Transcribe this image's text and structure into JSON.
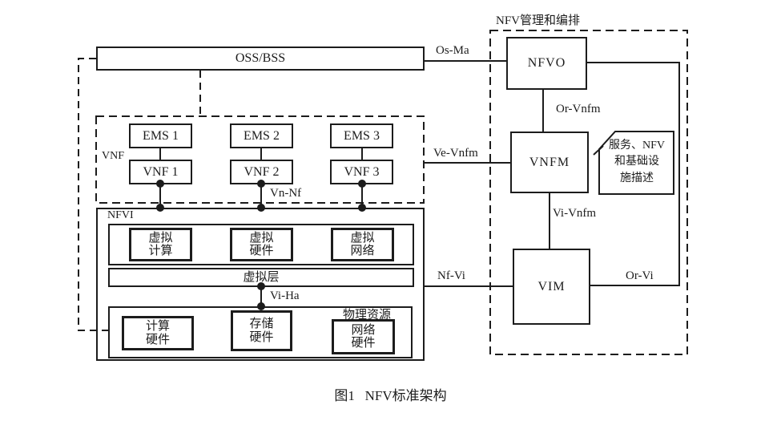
{
  "figure": {
    "caption": "图1   NFV标准架构"
  },
  "colors": {
    "line": "#1c1c1c",
    "background": "#ffffff"
  },
  "oss_bss": {
    "label": "OSS/BSS"
  },
  "vnf_section": {
    "label": "VNF",
    "ems": [
      {
        "label": "EMS 1"
      },
      {
        "label": "EMS 2"
      },
      {
        "label": "EMS 3"
      }
    ],
    "vnfs": [
      {
        "label": "VNF 1"
      },
      {
        "label": "VNF 2"
      },
      {
        "label": "VNF 3"
      }
    ]
  },
  "nfvi_section": {
    "label": "NFVI",
    "virtual_resources": [
      {
        "label": "虚拟\n计算"
      },
      {
        "label": "虚拟\n硬件"
      },
      {
        "label": "虚拟\n网络"
      }
    ],
    "virtualization_layer": {
      "label": "虚拟层"
    },
    "physical_resources": {
      "label": "物理资源",
      "items": [
        {
          "label": "计算\n硬件"
        },
        {
          "label": "存储\n硬件"
        },
        {
          "label": "网络\n硬件"
        }
      ]
    }
  },
  "mano_section": {
    "title": "NFV管理和编排",
    "nfvo": {
      "label": "NFVO"
    },
    "vnfm": {
      "label": "VNFM"
    },
    "vim": {
      "label": "VIM"
    },
    "descriptor_note": {
      "label": "服务、NFV\n和基础设\n施描述"
    }
  },
  "interfaces": {
    "os_ma": "Os-Ma",
    "or_vnfm": "Or-Vnfm",
    "ve_vnfm": "Ve-Vnfm",
    "vi_vnfm": "Vi-Vnfm",
    "vn_nf": "Vn-Nf",
    "vi_ha": "Vi-Ha",
    "nf_vi": "Nf-Vi",
    "or_vi": "Or-Vi"
  }
}
